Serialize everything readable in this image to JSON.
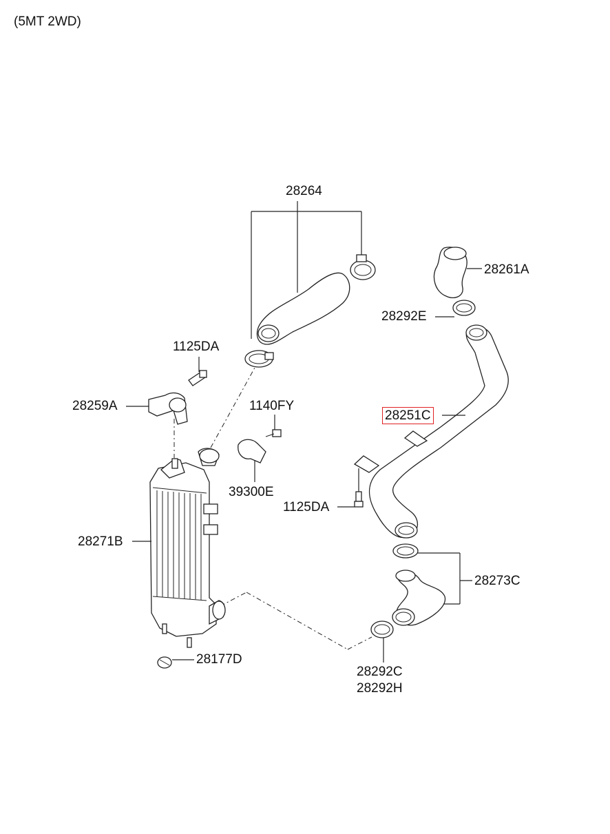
{
  "header": {
    "variant": "(5MT 2WD)"
  },
  "parts": {
    "hose_upper": "28264",
    "hose_top_right": "28261A",
    "clamp_right_upper": "28292E",
    "bolt_top": "1125DA",
    "bracket": "28259A",
    "bolt_mid": "1140FY",
    "pipe_main": "28251C",
    "sensor": "39300E",
    "bolt_right": "1125DA",
    "intercooler": "28271B",
    "hose_lower": "28273C",
    "grommet": "28177D",
    "clamp_lower_1": "28292C",
    "clamp_lower_2": "28292H"
  },
  "highlight": {
    "part": "28251C",
    "color": "#e02020"
  }
}
